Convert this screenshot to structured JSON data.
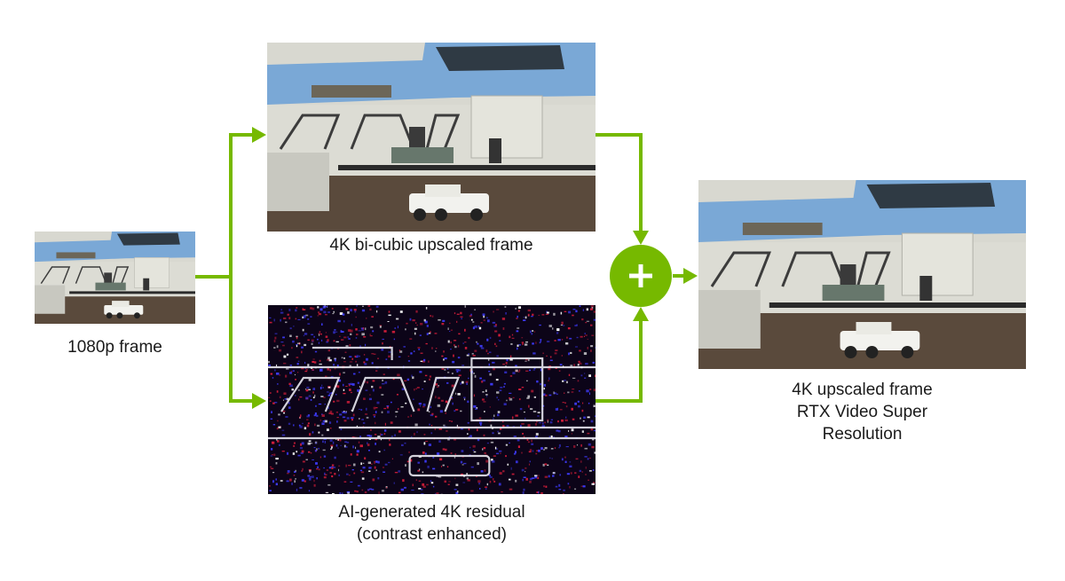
{
  "colors": {
    "arrow": "#76b900",
    "sky_blue": "#7aa8d6",
    "panel": "#dcdcd4",
    "ground": "#5a4a3c",
    "residual_dark": "#0c0418",
    "residual_red": "#d61e3a",
    "residual_blue": "#3f3cff"
  },
  "input_frame": {
    "caption": "1080p frame"
  },
  "bicubic_frame": {
    "caption": "4K bi-cubic upscaled frame"
  },
  "residual_frame": {
    "caption_line1": "AI-generated 4K residual",
    "caption_line2": "(contrast enhanced)"
  },
  "output_frame": {
    "caption_line1": "4K upscaled frame",
    "caption_line2": "RTX Video Super",
    "caption_line3": "Resolution"
  },
  "sum_node": {
    "symbol": "+",
    "icon": "plus-icon"
  }
}
